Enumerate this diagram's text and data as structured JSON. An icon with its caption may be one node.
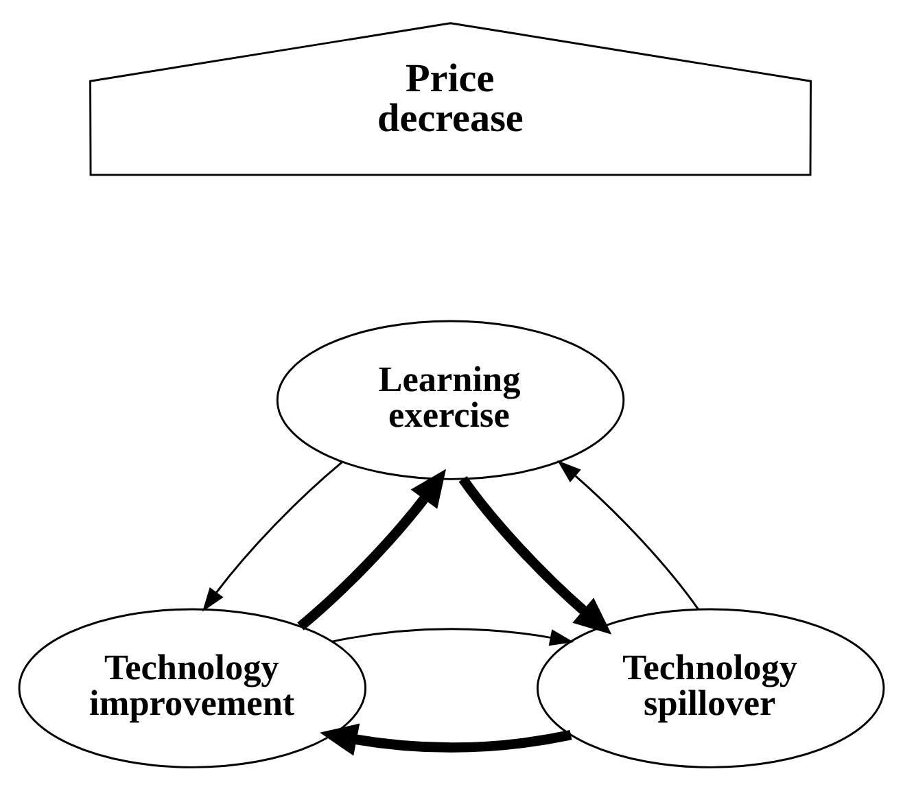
{
  "diagram": {
    "nodes": [
      {
        "text": [
          "Price decrease"
        ]
      },
      {
        "text": [
          "Learning exercise"
        ]
      },
      {
        "text": [
          "Technology improvement"
        ]
      },
      {
        "text": [
          "Technology spillover"
        ]
      }
    ],
    "edges": [
      {
        "from": 1,
        "to": 3,
        "arrow": "to",
        "style": "thick"
      },
      {
        "from": 3,
        "to": 1,
        "arrow": "to"
      },
      {
        "from": 3,
        "to": 2,
        "arrow": "to",
        "style": "thick"
      },
      {
        "from": 2,
        "to": 3,
        "arrow": "to"
      },
      {
        "from": 2,
        "to": 1,
        "arrow": "to",
        "style": "thick"
      },
      {
        "from": 1,
        "to": 2,
        "arrow": "to"
      }
    ]
  }
}
